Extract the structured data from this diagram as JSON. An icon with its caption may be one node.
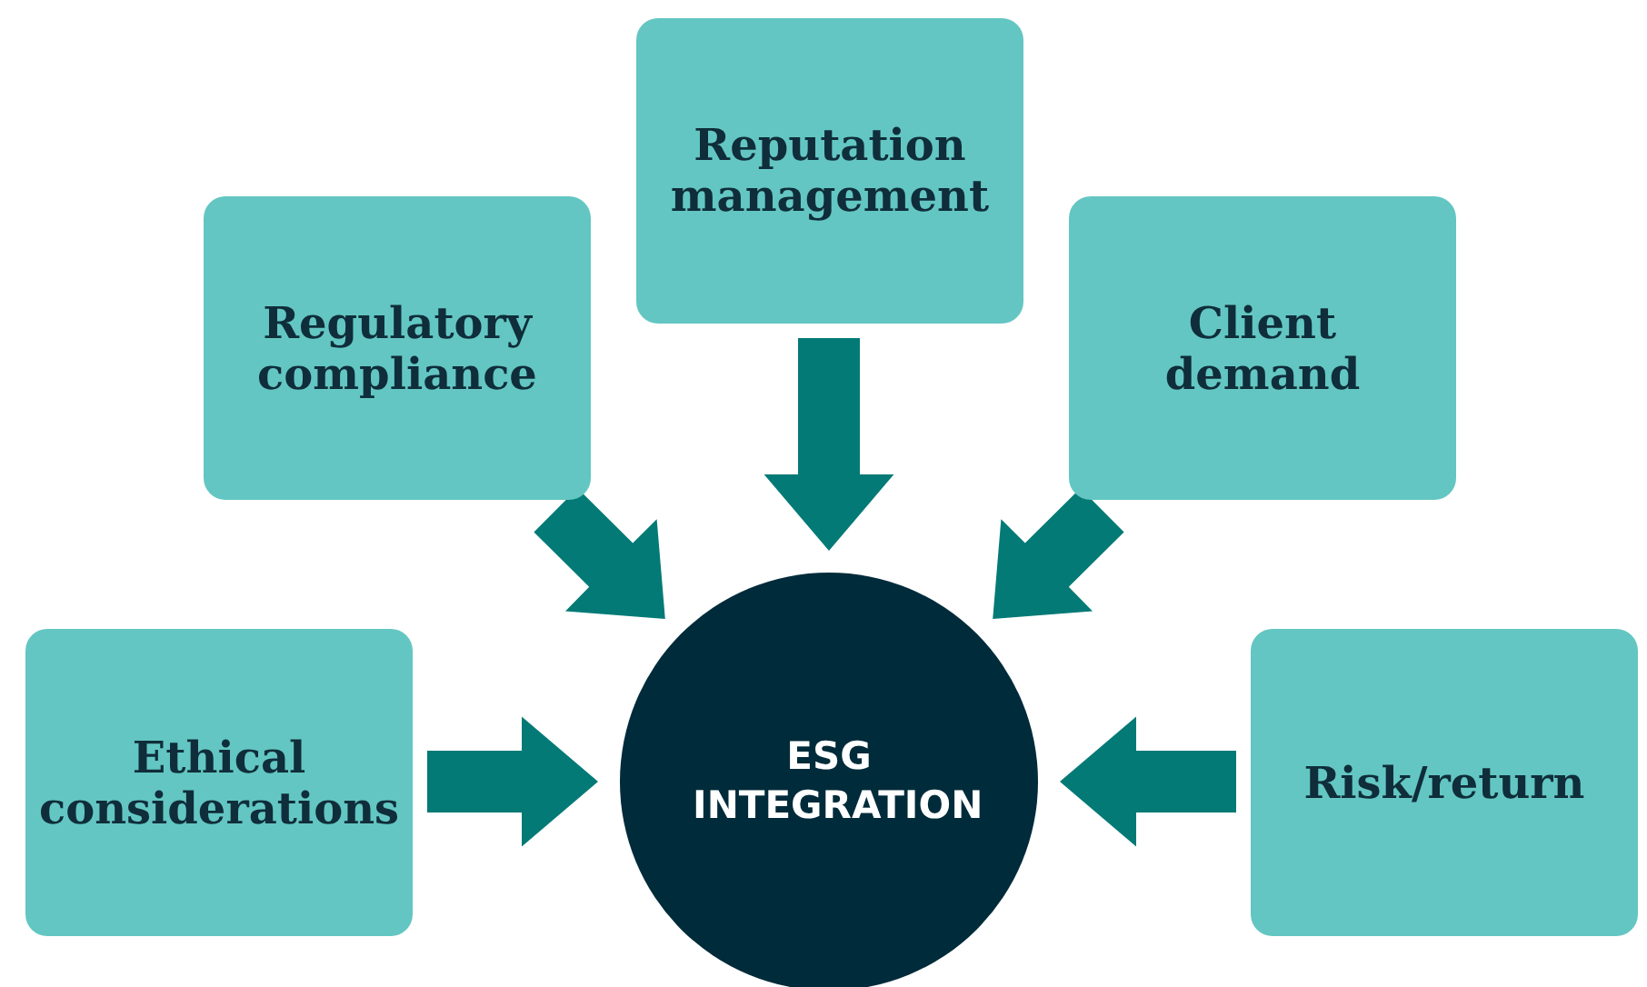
{
  "diagram": {
    "nodes": [
      {
        "text": [
          "Reputation management"
        ]
      },
      {
        "text": [
          "Regulatory compliance"
        ]
      },
      {
        "text": [
          "Client demand"
        ]
      },
      {
        "text": [
          "Ethical considerations"
        ]
      },
      {
        "text": [
          "Risk/return"
        ]
      },
      {
        "text": [
          "ESG INTEGRATION"
        ]
      }
    ],
    "edges": [
      {
        "from": 0,
        "to": 5,
        "arrow": "to",
        "style": "thick"
      },
      {
        "from": 1,
        "to": 5,
        "arrow": "to",
        "style": "thick"
      },
      {
        "from": 2,
        "to": 5,
        "arrow": "to",
        "style": "thick"
      },
      {
        "from": 3,
        "to": 5,
        "arrow": "to",
        "style": "thick"
      },
      {
        "from": 4,
        "to": 5,
        "arrow": "to",
        "style": "thick"
      }
    ]
  }
}
